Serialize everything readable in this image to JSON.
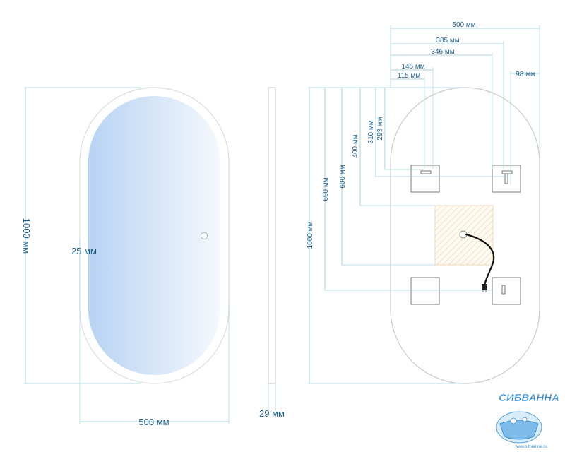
{
  "front_view": {
    "height_label": "1000 мм",
    "width_label": "500 мм",
    "frame_label": "25 мм"
  },
  "side_view": {
    "depth_label": "29 мм"
  },
  "back_view": {
    "width_total": "500 мм",
    "w_385": "385 мм",
    "w_346": "346 мм",
    "w_146": "146 мм",
    "w_115": "115 мм",
    "w_98": "98 мм",
    "h_293": "293 мм",
    "h_310": "310 мм",
    "h_400": "400 мм",
    "h_600": "600 мм",
    "h_690": "690 мм",
    "h_1000": "1000 мм"
  },
  "logo": {
    "name": "СИБВАННА",
    "url": "www.sibvanna.ru"
  },
  "colors": {
    "dimension_text": "#1f5f8b",
    "dimension_line": "#8ec9d6",
    "mirror_glow": "#bcd8f5",
    "logo_blue": "#3a8fd6"
  }
}
